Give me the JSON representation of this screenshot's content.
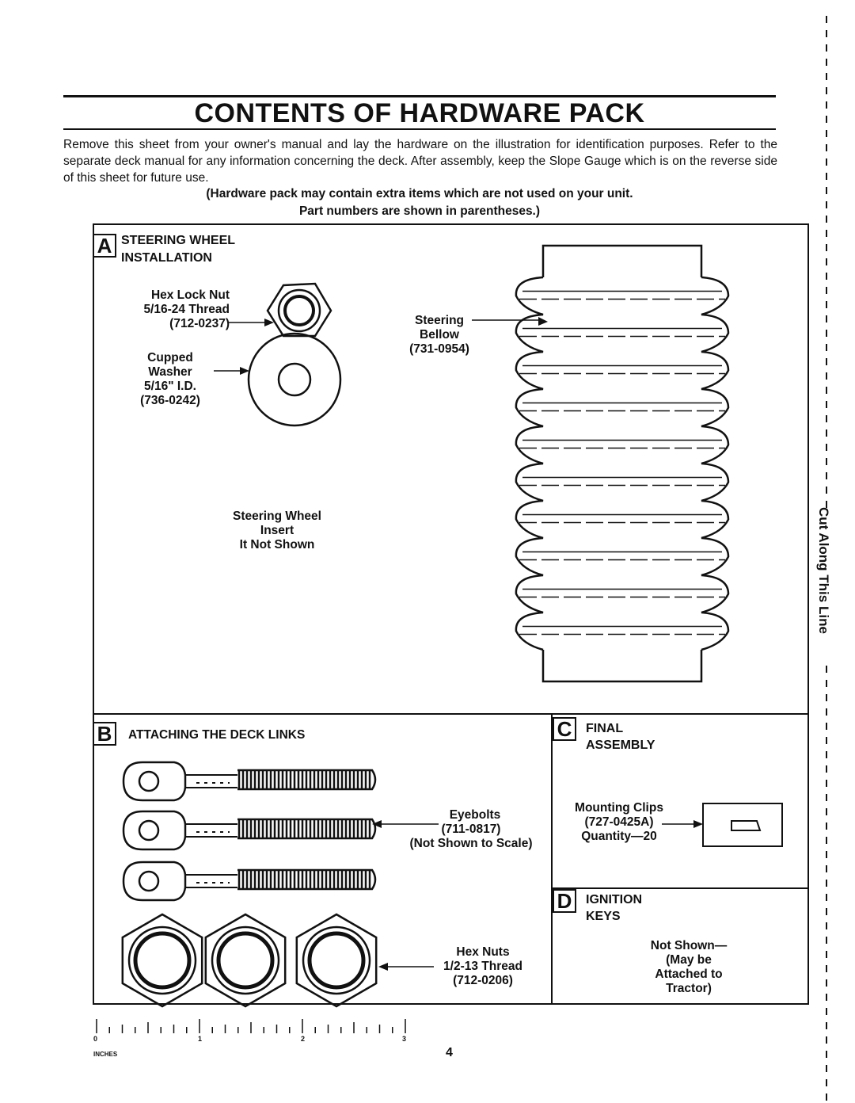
{
  "page": {
    "title": "CONTENTS OF HARDWARE PACK",
    "intro": "Remove this sheet from your owner's manual and lay the hardware on the illustration for identification purposes. Refer to the separate deck manual for any information concerning the deck. After assembly, keep the Slope Gauge which is on the reverse side of this sheet for future use.",
    "note_line1": "(Hardware pack may contain extra items which are not used on your unit.",
    "note_line2": "Part numbers are shown in parentheses.)",
    "page_number": "4"
  },
  "section_a": {
    "letter": "A",
    "heading_line1": "STEERING WHEEL",
    "heading_line2": "INSTALLATION",
    "hex_lock_nut": [
      "Hex Lock Nut",
      "5/16-24 Thread",
      "(712-0237)"
    ],
    "cupped_washer": [
      "Cupped",
      "Washer",
      "5/16\" I.D.",
      "(736-0242)"
    ],
    "steering_bellow": [
      "Steering",
      "Bellow",
      "(731-0954)"
    ],
    "insert_note": [
      "Steering Wheel",
      "Insert",
      "It Not Shown"
    ]
  },
  "section_b": {
    "letter": "B",
    "heading": "ATTACHING THE DECK LINKS",
    "eyebolts": [
      "Eyebolts",
      "(711-0817)",
      "(Not Shown to Scale)"
    ],
    "hex_nuts": [
      "Hex Nuts",
      "1/2-13 Thread",
      "(712-0206)"
    ]
  },
  "section_c": {
    "letter": "C",
    "heading_line1": "FINAL",
    "heading_line2": "ASSEMBLY",
    "mounting_clips": [
      "Mounting Clips",
      "(727-0425A)",
      "Quantity—20"
    ]
  },
  "section_d": {
    "letter": "D",
    "heading_line1": "IGNITION",
    "heading_line2": "KEYS",
    "note": [
      "Not Shown—",
      "(May be",
      "Attached to",
      "Tractor)"
    ]
  },
  "cut_line": "Cut Along This Line",
  "ruler": {
    "numbers": [
      "0",
      "1",
      "2",
      "3"
    ],
    "unit": "INCHES"
  }
}
